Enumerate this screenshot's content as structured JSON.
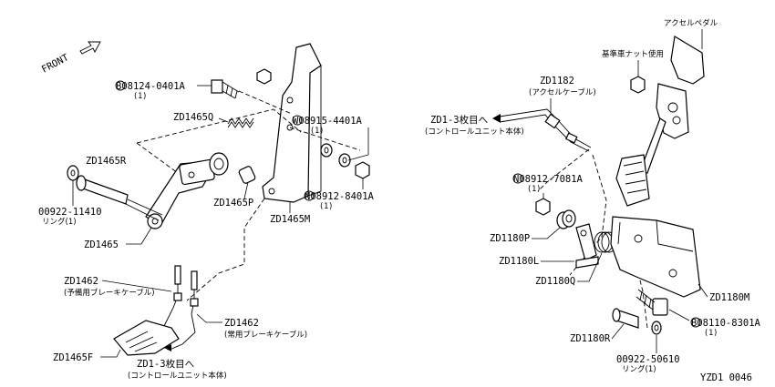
{
  "front_label": "FRONT",
  "diagram_code": "YZD1 0046",
  "labels": {
    "p08124": "B08124-0401A",
    "p08124_qty": "(1)",
    "zd1465q": "ZD1465Q",
    "zd1465r": "ZD1465R",
    "p00922_11410": "00922-11410",
    "p00922_11410_qty": "リング(1)",
    "zd1465": "ZD1465",
    "zd1465p": "ZD1465P",
    "zd1465m": "ZD1465M",
    "w08915": "W08915-4401A",
    "w08915_qty": "(1)",
    "n08912_8401": "N08912-8401A",
    "n08912_8401_qty": "(1)",
    "zd1462a": "ZD1462",
    "zd1462a_sub": "(予備用ブレーキケーブル)",
    "zd1462b": "ZD1462",
    "zd1462b_sub": "(常用ブレーキケーブル)",
    "zd1465f": "ZD1465F",
    "to_unit_a": "ZD1-3枚目へ",
    "to_unit_a_sub": "(コントロールユニット本体)",
    "zd1182": "ZD1182",
    "zd1182_sub": "(アクセルケーブル)",
    "to_unit_b": "ZD1-3枚目へ",
    "to_unit_b_sub": "(コントロールユニット本体)",
    "accel_pedal": "アクセルペダル",
    "nut_note": "基準車ナット使用",
    "n08912_7081": "N08912-7081A",
    "n08912_7081_qty": "(1)",
    "zd1180p": "ZD1180P",
    "zd1180l": "ZD1180L",
    "zd1180q": "ZD1180Q",
    "zd1180m": "ZD1180M",
    "b08110": "B08110-8301A",
    "b08110_qty": "(1)",
    "zd1180r": "ZD1180R",
    "p00922_50610": "00922-50610",
    "p00922_50610_qty": "リング(1)"
  }
}
